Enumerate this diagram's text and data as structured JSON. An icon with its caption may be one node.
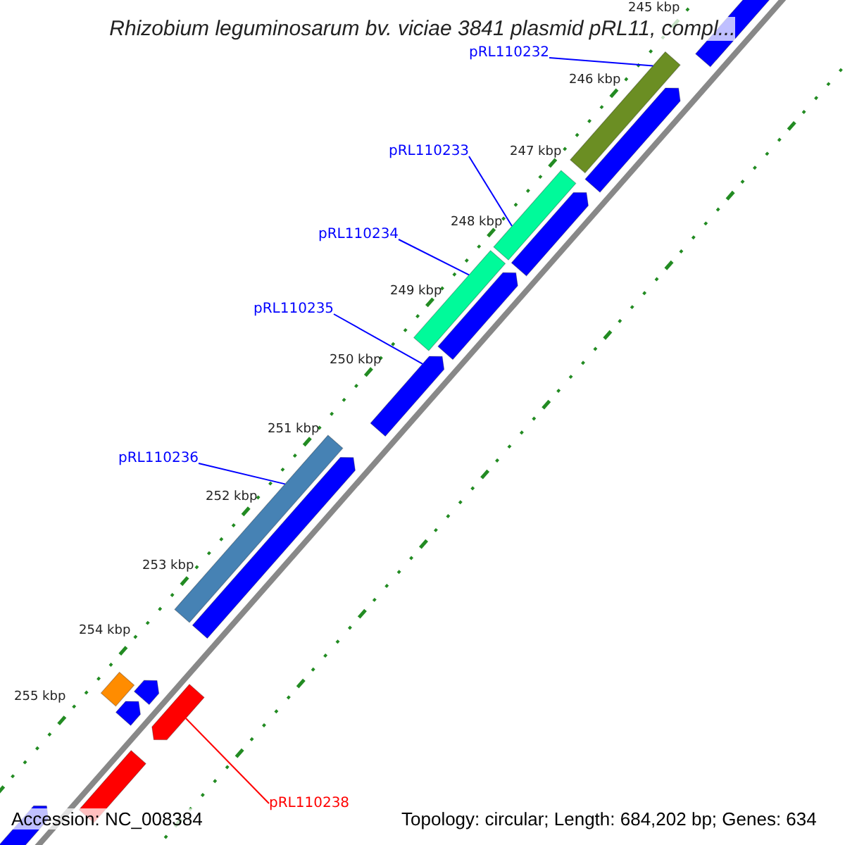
{
  "diagram": {
    "title": "Rhizobium leguminosarum bv. viciae 3841 plasmid pRL11, compl...",
    "nodes": [
      {
        "text": [],
        "shape": "bar"
      },
      {
        "text": [
          "pRL110232"
        ]
      },
      {
        "text": [],
        "shape": "bar"
      },
      {
        "text": [],
        "shape": "bar"
      },
      {
        "text": [
          "pRL110233"
        ]
      },
      {
        "text": [],
        "shape": "bar"
      },
      {
        "text": [],
        "shape": "bar"
      },
      {
        "text": [
          "pRL110234"
        ]
      },
      {
        "text": [],
        "shape": "bar"
      },
      {
        "text": [],
        "shape": "bar"
      },
      {
        "text": [
          "pRL110235"
        ]
      },
      {
        "text": [],
        "shape": "bar"
      },
      {
        "text": [],
        "shape": "bar"
      },
      {
        "text": [
          "pRL110236"
        ]
      },
      {
        "text": [],
        "shape": "bar"
      },
      {
        "text": [],
        "shape": "bar"
      },
      {
        "text": [],
        "shape": "bar"
      },
      {
        "text": [],
        "shape": "bar"
      },
      {
        "text": [],
        "shape": "bar"
      },
      {
        "text": [],
        "shape": "bar"
      },
      {
        "text": [],
        "shape": "bar"
      },
      {
        "text": [
          "pRL110238"
        ]
      }
    ],
    "edges": [
      {
        "from": 1,
        "to": 2,
        "arrow": "none"
      },
      {
        "from": 4,
        "to": 5,
        "arrow": "none"
      },
      {
        "from": 7,
        "to": 8,
        "arrow": "none"
      },
      {
        "from": 10,
        "to": 11,
        "arrow": "none"
      },
      {
        "from": 13,
        "to": 12,
        "arrow": "none"
      },
      {
        "from": 21,
        "to": 17,
        "arrow": "none",
        "color": "#ff0000"
      }
    ],
    "labels": [
      "245 kbp",
      "246 kbp",
      "247 kbp",
      "248 kbp",
      "249 kbp",
      "250 kbp",
      "251 kbp",
      "252 kbp",
      "253 kbp",
      "254 kbp",
      "255 kbp",
      "Accession: NC_008384",
      "Topology: circular; Length: 684,202 bp; Genes: 634"
    ]
  }
}
